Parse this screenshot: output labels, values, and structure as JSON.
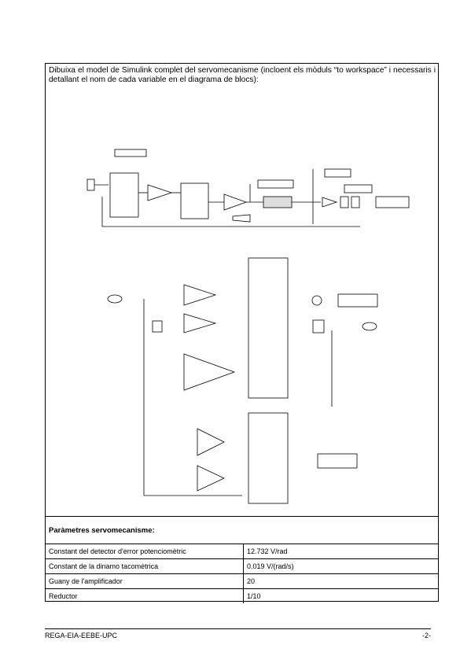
{
  "question": "Dibuixa el model de Simulink complet del servomecanisme (incloent els mòduls “to workspace” i necessaris i detallant el nom de cada variable en el diagrama de blocs):",
  "params": {
    "title": "Paràmetres servomecanisme:",
    "rows": [
      {
        "label": "Constant del detector d'error potenciomètric",
        "value": "12.732 V/rad"
      },
      {
        "label": "Constant de la dinamo tacomètrica",
        "value": "0.019 V/(rad/s)"
      },
      {
        "label": "Guany de l'amplificador",
        "value": "20"
      },
      {
        "label": "Reductor",
        "value": "1/10"
      }
    ]
  },
  "footer": {
    "left": "REGA-EIA-EEBE-UPC",
    "right": "-2-"
  }
}
